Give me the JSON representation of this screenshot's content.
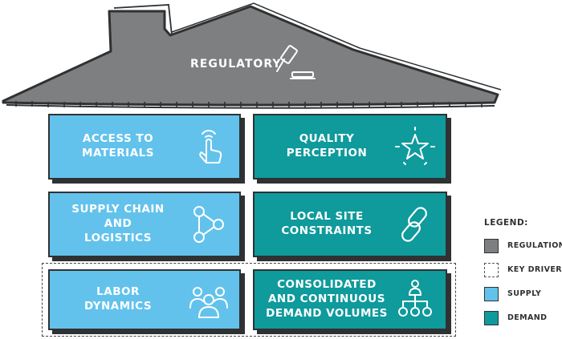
{
  "roof": {
    "label": "REGULATORY",
    "icon": "gavel-icon"
  },
  "boxes": {
    "access": {
      "label": "ACCESS TO\nMATERIALS",
      "icon": "tap-hand-icon",
      "category": "supply"
    },
    "quality": {
      "label": "QUALITY\nPERCEPTION",
      "icon": "star-icon",
      "category": "demand"
    },
    "supply": {
      "label": "SUPPLY CHAIN AND\nLOGISTICS",
      "icon": "network-nodes-icon",
      "category": "supply"
    },
    "local": {
      "label": "LOCAL SITE\nCONSTRAINTS",
      "icon": "chain-link-icon",
      "category": "demand"
    },
    "labor": {
      "label": "LABOR\nDYNAMICS",
      "icon": "people-group-icon",
      "category": "supply"
    },
    "consol": {
      "label": "CONSOLIDATED\nAND CONTINUOUS\nDEMAND VOLUMES",
      "icon": "hierarchy-icon",
      "category": "demand"
    }
  },
  "legend": {
    "title": "LEGEND:",
    "items": [
      {
        "label": "REGULATION",
        "color": "#7d7f80"
      },
      {
        "label": "KEY DRIVERS",
        "color": "#ffffff"
      },
      {
        "label": "SUPPLY",
        "color": "#62c2ec"
      },
      {
        "label": "DEMAND",
        "color": "#0f9a9c"
      }
    ]
  },
  "colors": {
    "regulation": "#7d7f80",
    "supply": "#62c2ec",
    "demand": "#0f9a9c",
    "outline": "#2f3133"
  }
}
